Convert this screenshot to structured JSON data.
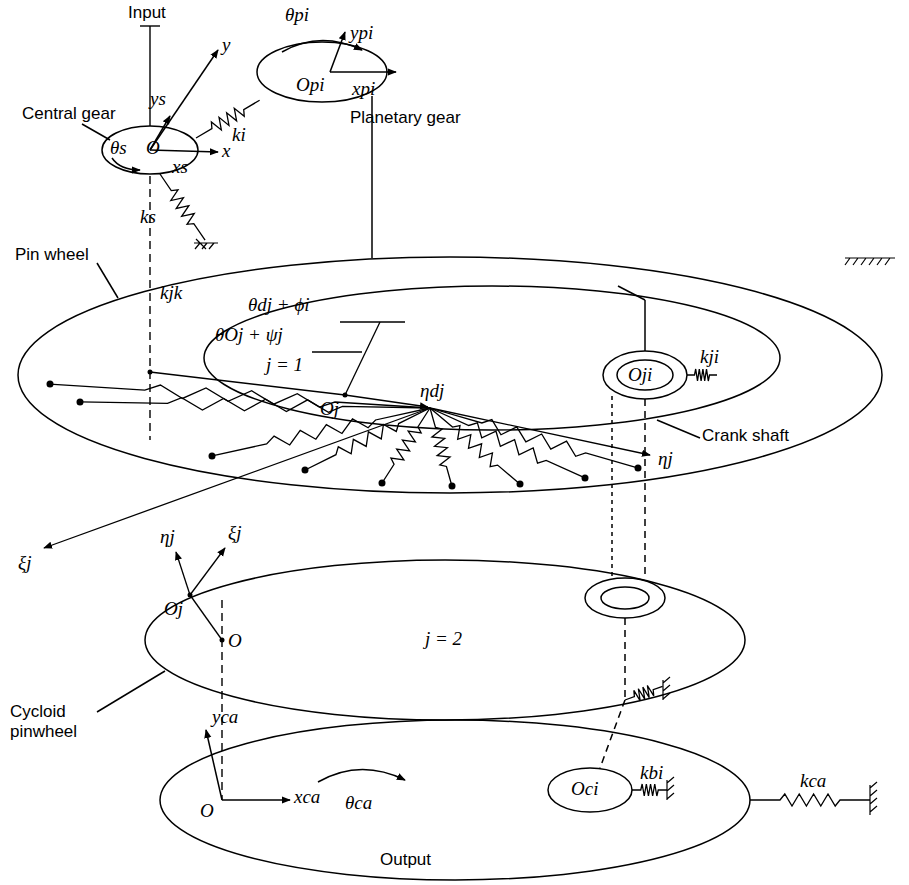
{
  "diagram": {
    "labels": [
      "Input",
      "y",
      "θpi",
      "ypi",
      "ys",
      "Central gear",
      "O",
      "Opi",
      "θs",
      "xs",
      "x",
      "ki",
      "xpi",
      "Planetary gear",
      "ks",
      "Pin wheel",
      "kjk",
      "θdj + ϕi",
      "θOj + ψj",
      "j = 1",
      "Oj",
      "Oji",
      "kji",
      "ηdj",
      "Crank shaft",
      "ηj",
      "ξj",
      "Oj",
      "ξj",
      "O",
      "ηj",
      "j = 2",
      "Cycloid pinwheel",
      "yca",
      "O",
      "xca",
      "Oci",
      "kbi",
      "kca",
      "θca",
      "Output"
    ]
  }
}
